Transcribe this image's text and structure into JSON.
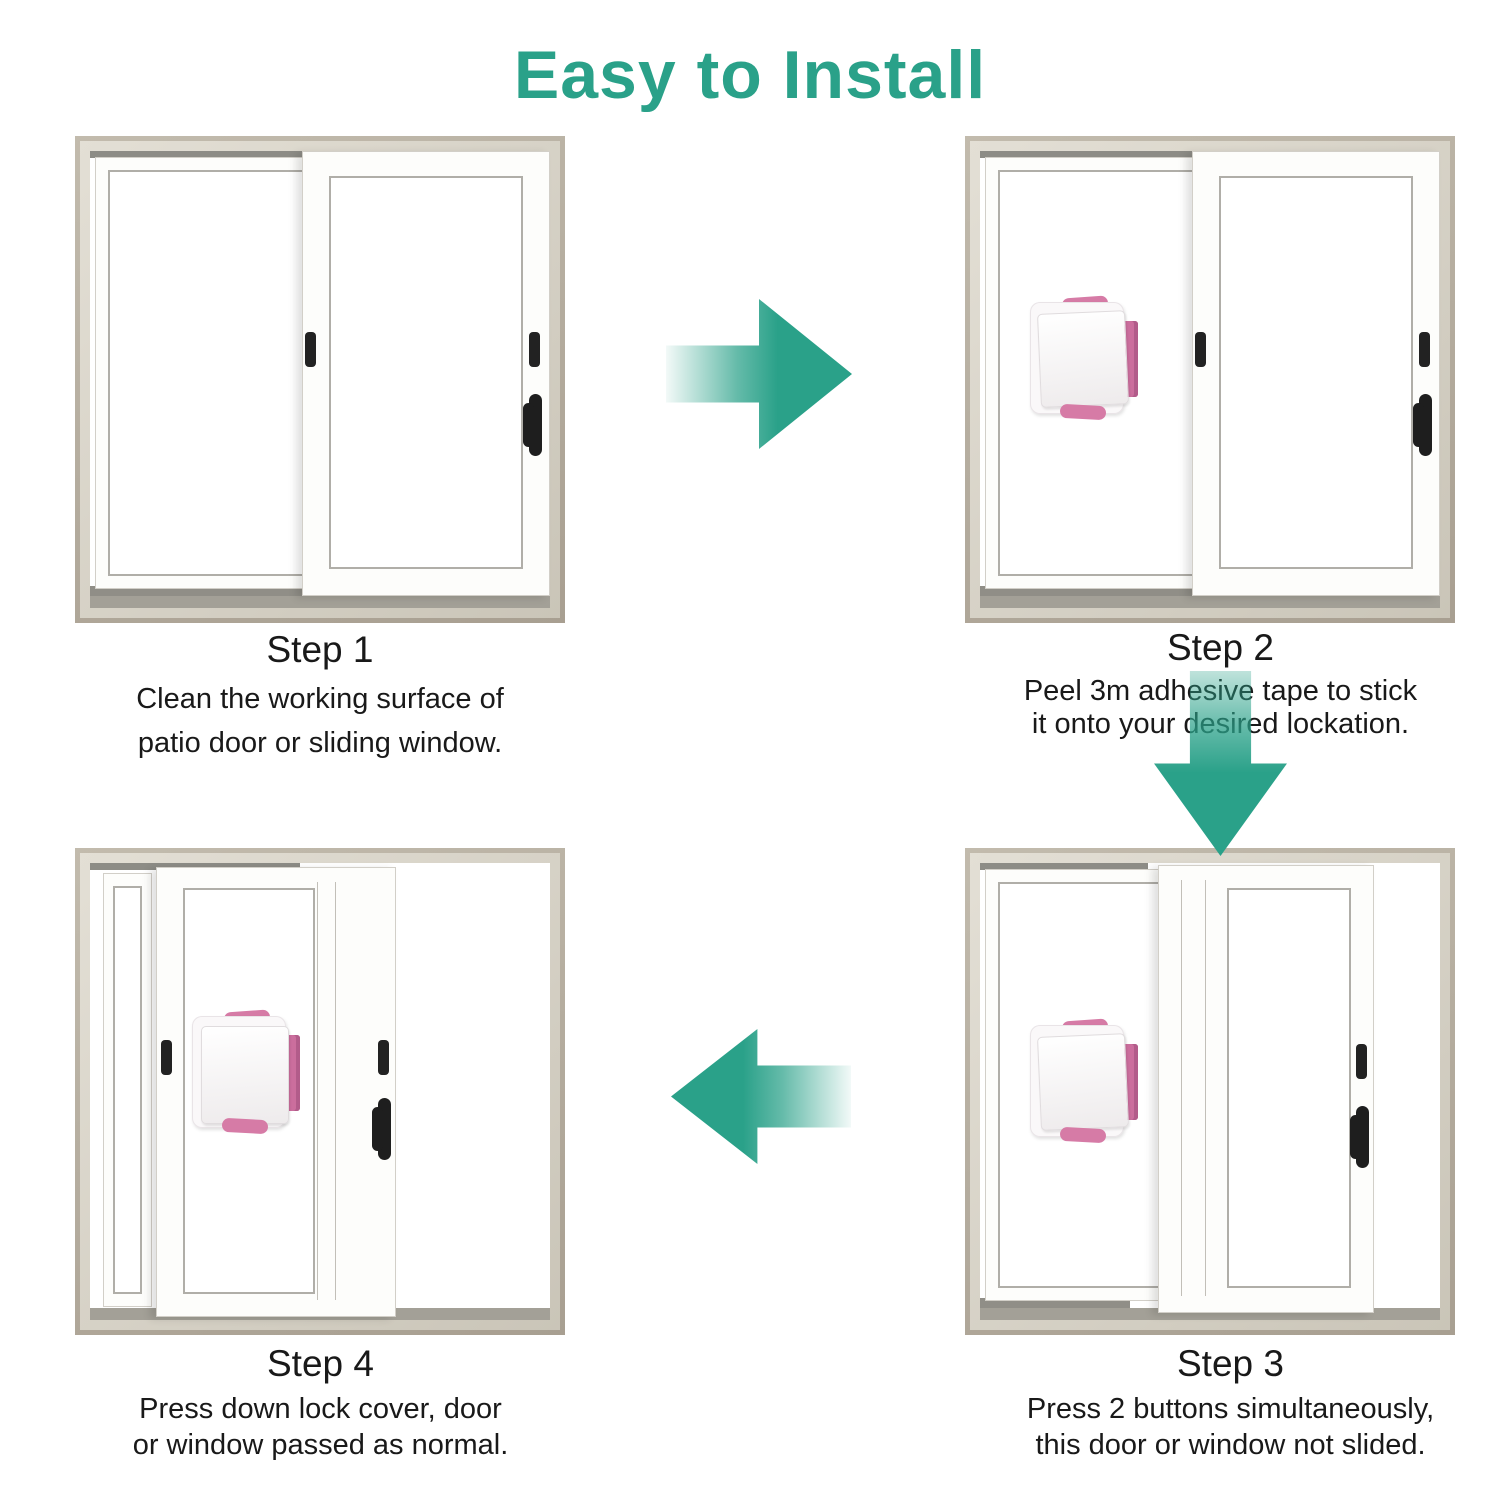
{
  "page_title": "Easy to Install",
  "accent_color": "#2aa189",
  "lock_color": "#cb6e9d",
  "steps": [
    {
      "label": "Step 1",
      "lines": [
        "Clean the working surface of",
        "patio door or sliding window."
      ]
    },
    {
      "label": "Step 2",
      "lines": [
        "Peel 3m adhesive tape to stick",
        "it onto your desired lockation."
      ]
    },
    {
      "label": "Step 3",
      "lines": [
        "Press 2 buttons simultaneously,",
        "this door or window not slided."
      ]
    },
    {
      "label": "Step 4",
      "lines": [
        "Press down lock cover, door",
        "or window passed as normal."
      ]
    }
  ],
  "icons": {
    "arrow_step1_to_step2": "right-arrow",
    "arrow_step2_to_step3": "down-arrow",
    "arrow_step3_to_step4": "left-arrow",
    "lock_device": "sliding-door-child-lock"
  }
}
